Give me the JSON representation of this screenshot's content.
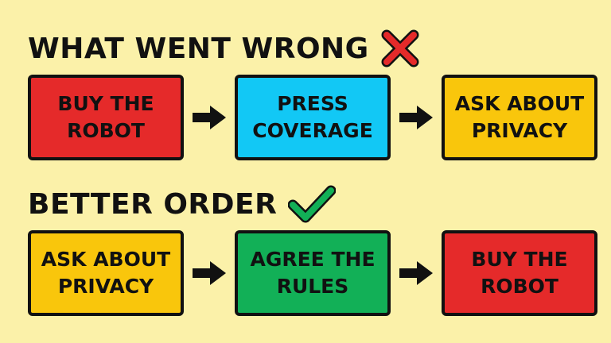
{
  "colors": {
    "background": "#FBF1A9",
    "red": "#E52A2A",
    "blue": "#12C8F5",
    "yellow": "#F9C60C",
    "green": "#12B057",
    "ink": "#111111"
  },
  "wrong": {
    "title": "WHAT WENT WRONG",
    "icon": "cross-icon",
    "steps": [
      {
        "lines": [
          "BUY THE",
          "ROBOT"
        ],
        "color": "#E52A2A"
      },
      {
        "lines": [
          "PRESS",
          "COVERAGE"
        ],
        "color": "#12C8F5"
      },
      {
        "lines": [
          "ASK ABOUT",
          "PRIVACY"
        ],
        "color": "#F9C60C"
      }
    ]
  },
  "better": {
    "title": "BETTER ORDER",
    "icon": "check-icon",
    "steps": [
      {
        "lines": [
          "ASK ABOUT",
          "PRIVACY"
        ],
        "color": "#F9C60C"
      },
      {
        "lines": [
          "AGREE THE",
          "RULES"
        ],
        "color": "#12B057"
      },
      {
        "lines": [
          "BUY THE",
          "ROBOT"
        ],
        "color": "#E52A2A"
      }
    ]
  }
}
